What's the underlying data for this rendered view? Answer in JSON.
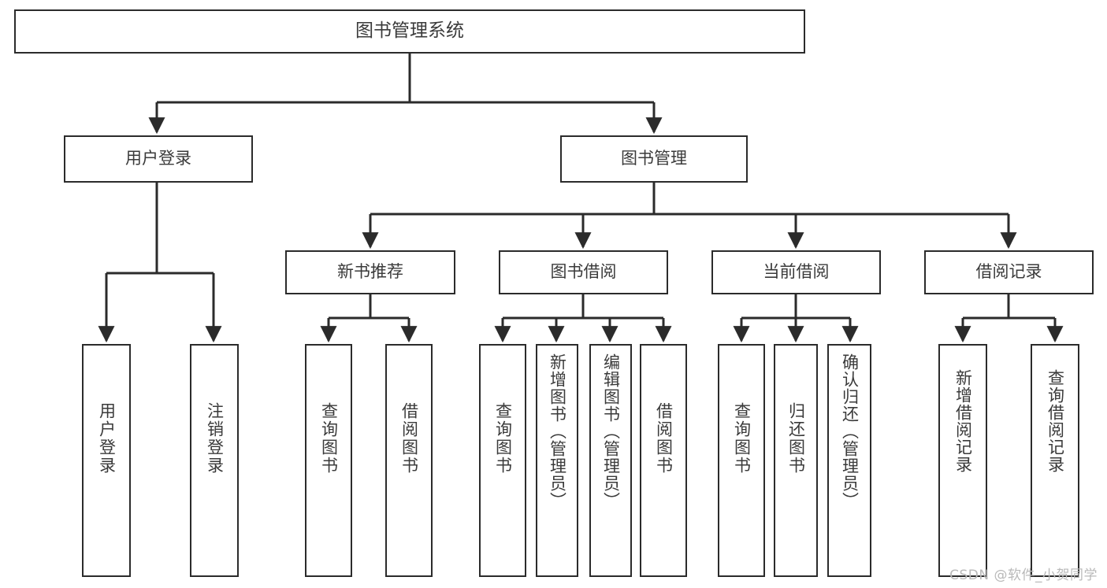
{
  "diagram": {
    "title": "图书管理系统",
    "type": "tree",
    "watermark": "CSDN @软件_小贺同学",
    "colors": {
      "stroke": "#2b2b2b",
      "text": "#3a3a3a",
      "background": "#ffffff",
      "watermark": "#b9b9b9"
    },
    "root": {
      "label": "图书管理系统"
    },
    "level2": [
      {
        "label": "用户登录"
      },
      {
        "label": "图书管理"
      }
    ],
    "level3": [
      {
        "label": "新书推荐"
      },
      {
        "label": "图书借阅"
      },
      {
        "label": "当前借阅"
      },
      {
        "label": "借阅记录"
      }
    ],
    "leaves": {
      "user_login": [
        {
          "label": "用户登录"
        },
        {
          "label": "注销登录"
        }
      ],
      "new_book_recommend": [
        {
          "label": "查询图书"
        },
        {
          "label": "借阅图书"
        }
      ],
      "book_borrow": [
        {
          "label": "查询图书"
        },
        {
          "label": "新增图书（管理员）"
        },
        {
          "label": "编辑图书（管理员）"
        },
        {
          "label": "借阅图书"
        }
      ],
      "current_borrow": [
        {
          "label": "查询图书"
        },
        {
          "label": "归还图书"
        },
        {
          "label": "确认归还（管理员）"
        }
      ],
      "borrow_record": [
        {
          "label": "新增借阅记录"
        },
        {
          "label": "查询借阅记录"
        }
      ]
    }
  }
}
